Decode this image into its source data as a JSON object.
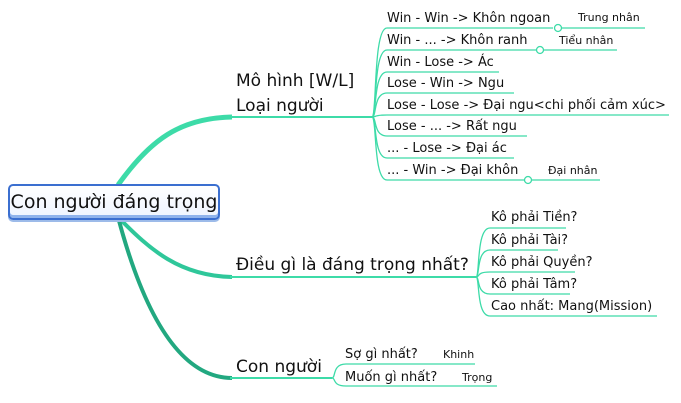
{
  "central": "Con người đáng trọng",
  "branches": [
    {
      "title_line1": "Mô hình [W/L]",
      "title_line2": "Loại người",
      "children": [
        {
          "label": "Win - Win -> Khôn ngoan",
          "note": "Trung nhân"
        },
        {
          "label": "Win - ... -> Khôn ranh",
          "note": "Tiểu nhân"
        },
        {
          "label": "Win - Lose -> Ác"
        },
        {
          "label": "Lose - Win  -> Ngu"
        },
        {
          "label": "Lose - Lose -> Đại ngu<chi phối cảm xúc>"
        },
        {
          "label": "Lose - ... -> Rất ngu"
        },
        {
          "label": "... - Lose -> Đại ác"
        },
        {
          "label": "... - Win -> Đại khôn",
          "note": "Đại nhân"
        }
      ]
    },
    {
      "title": "Điều gì là đáng trọng nhất?",
      "children": [
        {
          "label": "Kô phải Tiền?"
        },
        {
          "label": "Kô phải Tài?"
        },
        {
          "label": "Kô phải Quyền?"
        },
        {
          "label": "Kô phải Tâm?"
        },
        {
          "label": "Cao nhất: Mang(Mission)"
        }
      ]
    },
    {
      "title": "Con người",
      "children": [
        {
          "label": "Sợ gì nhất?",
          "note": "Khinh"
        },
        {
          "label": "Muốn gì nhất?",
          "note": "Trọng"
        }
      ]
    }
  ],
  "colors": {
    "line": "#3ddba8",
    "line_dark": "#2bb58a",
    "box_border": "#3b6fd0"
  }
}
